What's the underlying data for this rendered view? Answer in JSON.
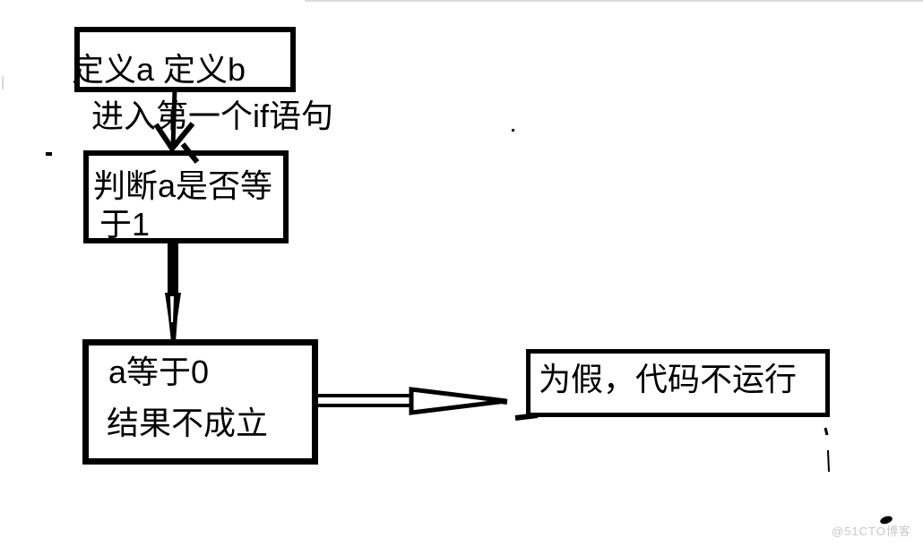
{
  "page": {
    "background_color": "#ffffff",
    "ink_color": "#000000"
  },
  "flowchart": {
    "box_define": {
      "text": "定义a 定义b"
    },
    "label_enter_if": {
      "text": "进入第一个if语句"
    },
    "box_judge": {
      "line1": "判断a是否等",
      "line2": "于1"
    },
    "box_result": {
      "line1": "a等于0",
      "line2": "结果不成立"
    },
    "box_false": {
      "text": "为假，代码不运行"
    },
    "connections": [
      {
        "from": "box_define",
        "to": "box_judge",
        "style": "thin-line-v-arrowhead-down"
      },
      {
        "from": "box_judge",
        "to": "box_result",
        "style": "thick-pen-nib-arrow-down"
      },
      {
        "from": "box_result",
        "to": "box_false",
        "style": "hollow-outline-arrow-right"
      }
    ]
  },
  "watermark": {
    "text": "@51CTO博客",
    "color": "#c9c9c9"
  }
}
